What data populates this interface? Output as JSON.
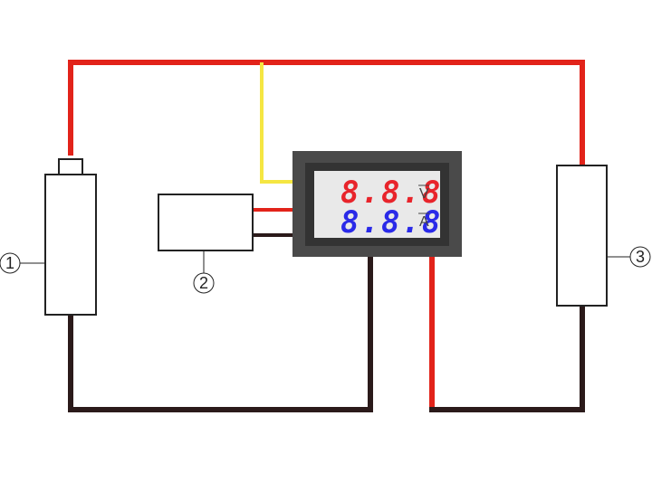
{
  "colors": {
    "positive_wire": "#e2231a",
    "negative_wire": "#2b1a1a",
    "sense_wire": "#f5e642",
    "voltage_digits": "#e8242b",
    "current_digits": "#2a2ae8",
    "meter_body": "#4a4a4a",
    "display_bg": "#e9e9e9"
  },
  "meter": {
    "voltage_reading": "8.8.8",
    "voltage_unit": "V",
    "current_reading": "8.8.8",
    "current_unit": "A"
  },
  "callouts": [
    {
      "number": "1"
    },
    {
      "number": "2"
    },
    {
      "number": "3"
    }
  ]
}
